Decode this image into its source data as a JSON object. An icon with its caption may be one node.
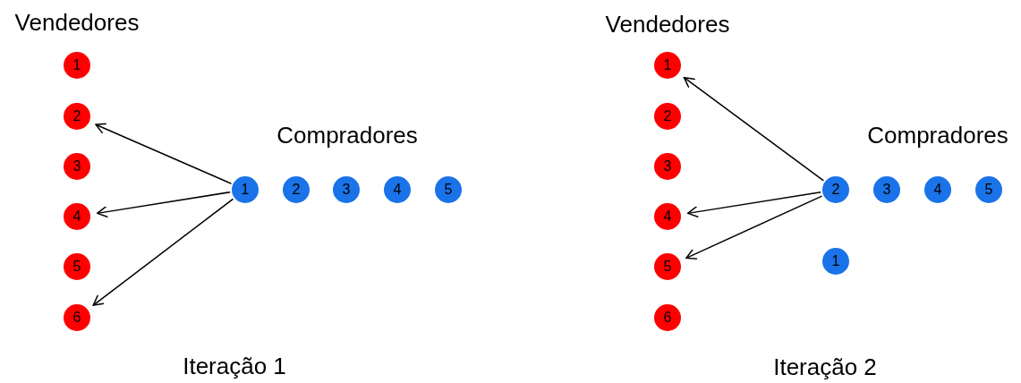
{
  "diagram": {
    "nodes": [
      {
        "text": [
          "1"
        ]
      },
      {
        "text": [
          "2"
        ]
      },
      {
        "text": [
          "3"
        ]
      },
      {
        "text": [
          "4"
        ]
      },
      {
        "text": [
          "5"
        ]
      },
      {
        "text": [
          "6"
        ]
      },
      {
        "text": [
          "1"
        ]
      },
      {
        "text": [
          "2"
        ]
      },
      {
        "text": [
          "3"
        ]
      },
      {
        "text": [
          "4"
        ]
      },
      {
        "text": [
          "5"
        ]
      },
      {
        "text": [
          "1"
        ]
      },
      {
        "text": [
          "2"
        ]
      },
      {
        "text": [
          "3"
        ]
      },
      {
        "text": [
          "4"
        ]
      },
      {
        "text": [
          "5"
        ]
      },
      {
        "text": [
          "6"
        ]
      },
      {
        "text": [
          "2"
        ]
      },
      {
        "text": [
          "3"
        ]
      },
      {
        "text": [
          "4"
        ]
      },
      {
        "text": [
          "5"
        ]
      },
      {
        "text": [
          "1"
        ]
      }
    ],
    "edges": [
      {
        "from": 6,
        "to": 1,
        "arrow": "to"
      },
      {
        "from": 6,
        "to": 3,
        "arrow": "to"
      },
      {
        "from": 6,
        "to": 5,
        "arrow": "to"
      },
      {
        "from": 17,
        "to": 11,
        "arrow": "to"
      },
      {
        "from": 17,
        "to": 14,
        "arrow": "to"
      },
      {
        "from": 17,
        "to": 15,
        "arrow": "to"
      }
    ],
    "labels": [
      "Vendedores",
      "Compradores",
      "Iteração 1",
      "Vendedores",
      "Compradores",
      "Iteração 2"
    ]
  }
}
